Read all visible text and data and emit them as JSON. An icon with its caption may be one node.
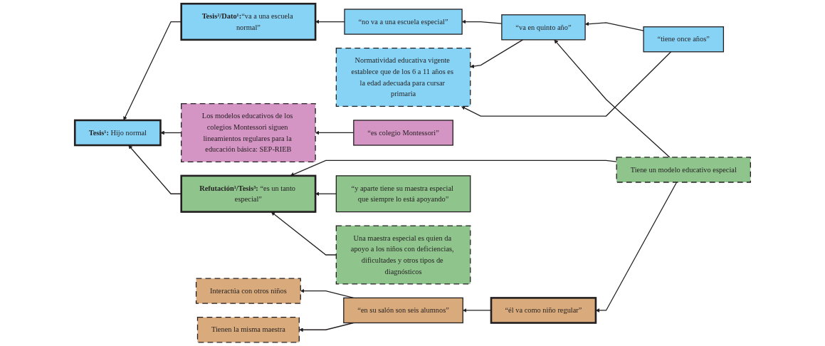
{
  "diagram": {
    "nodes": [
      {
        "text": [
          "**Tesis¹:** Hijo normal"
        ]
      },
      {
        "text": [
          "**Tesis²/Dato¹:**“va a una escuela normal”"
        ]
      },
      {
        "text": [
          "“no va a una escuela especial”"
        ]
      },
      {
        "text": [
          "Normatividad educativa vigente establece que de los 6 a 11 años es la edad adecuada para cursar primaria"
        ]
      },
      {
        "text": [
          "Los modelos educativos de los colegios Montessori siguen lineamientos regulares para la educación básica: SEP-RIEB"
        ]
      },
      {
        "text": [
          "“es colegio Montessori”"
        ]
      },
      {
        "text": [
          "“va en quinto año”"
        ]
      },
      {
        "text": [
          "“tiene once años”"
        ]
      },
      {
        "text": [
          "Tiene un modelo educativo especial"
        ]
      },
      {
        "text": [
          "“él va como niño regular”"
        ]
      },
      {
        "text": [
          "**Refutación¹/Tesis³:** “es un tanto especial”"
        ]
      },
      {
        "text": [
          "“y aparte tiene su maestra especial que siempre lo está apoyando”"
        ]
      },
      {
        "text": [
          "“en su salón son seis alumnos”"
        ]
      },
      {
        "text": [
          "Interactúa con otros niños"
        ]
      },
      {
        "text": [
          "Una maestra especial es quien da apoyo a los niños con deficiencias, dificultades y otros tipos de diagnósticos"
        ]
      },
      {
        "text": [
          "Tienen la misma maestra"
        ]
      }
    ],
    "edges": [
      {
        "from": 1,
        "to": 0,
        "arrow": "to"
      },
      {
        "from": 4,
        "to": 0,
        "arrow": "to"
      },
      {
        "from": 2,
        "to": 1,
        "arrow": "to"
      },
      {
        "from": 6,
        "to": 2,
        "arrow": "to"
      },
      {
        "from": 6,
        "to": 3,
        "arrow": "to"
      },
      {
        "from": 7,
        "to": 6,
        "arrow": "to"
      },
      {
        "from": 7,
        "to": 3,
        "arrow": "to"
      },
      {
        "from": 5,
        "to": 4,
        "arrow": "to"
      },
      {
        "from": 8,
        "to": 6,
        "arrow": "to"
      },
      {
        "from": 10,
        "to": 0,
        "arrow": "to"
      },
      {
        "from": 8,
        "to": 10,
        "arrow": "to"
      },
      {
        "from": 11,
        "to": 10,
        "arrow": "to"
      },
      {
        "from": 14,
        "to": 10,
        "arrow": "to"
      },
      {
        "from": 8,
        "to": 9,
        "arrow": "to"
      },
      {
        "from": 9,
        "to": 12,
        "arrow": "to"
      },
      {
        "from": 12,
        "to": 13,
        "arrow": "to"
      },
      {
        "from": 12,
        "to": 15,
        "arrow": "to"
      }
    ]
  }
}
